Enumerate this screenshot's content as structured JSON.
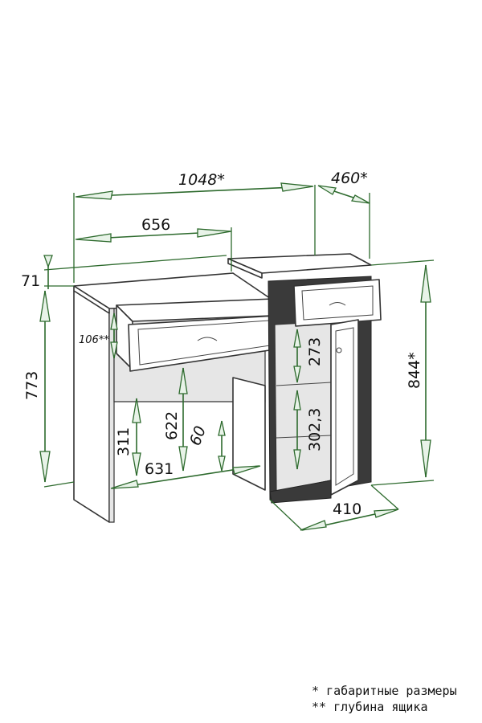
{
  "dimensions": {
    "overall_width": "1048*",
    "overall_depth": "460*",
    "tabletop_width": "656",
    "top_step": "71",
    "table_height": "773",
    "cabinet_height": "844*",
    "drawer_depth": "106**",
    "legroom_height": "622",
    "leg_height": "311",
    "legroom_width": "631",
    "skirt_depth": "60",
    "shelf_height_top": "273",
    "shelf_height_bottom": "302,3",
    "cabinet_width": "410"
  },
  "legend": {
    "note_1": "* габаритные размеры",
    "note_2": "** глубина ящика"
  },
  "colors": {
    "dimension_lines": "#2d6a2d",
    "outline": "#333333"
  }
}
